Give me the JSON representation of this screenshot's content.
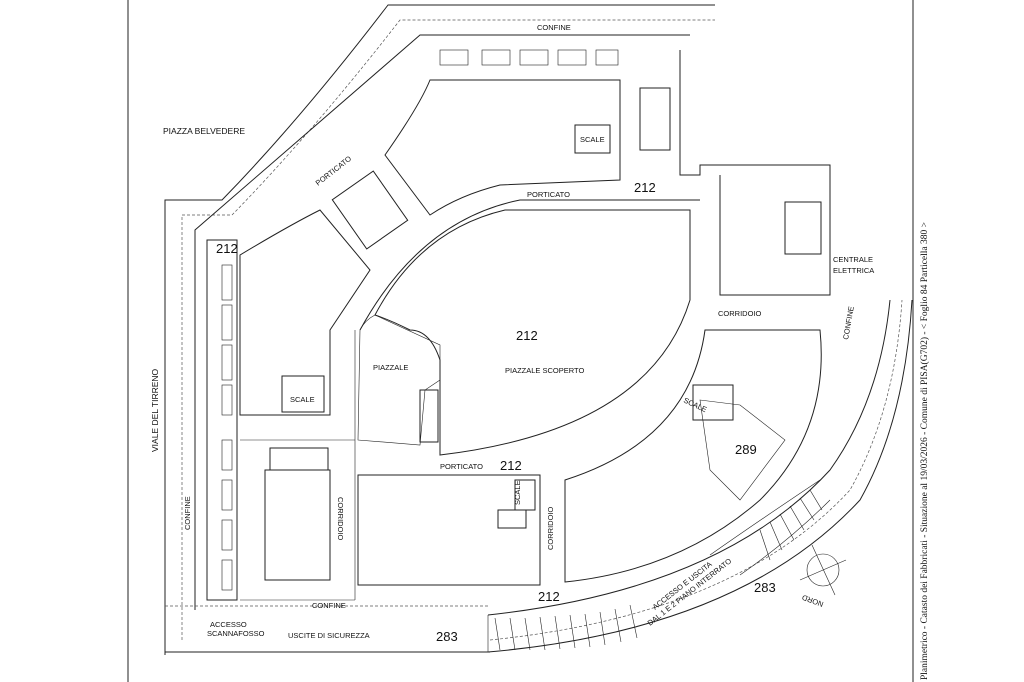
{
  "caption": "Planimetrico - Catasto dei Fabbricati - Situazione al 19/03/2026 - Comune di PISA(G702) - < Foglio 84 Particella 380 >",
  "labels": {
    "confine_top": "CONFINE",
    "confine_left": "CONFINE",
    "confine_bottom": "CONFINE",
    "piazza_belvedere": "PIAZZA BELVEDERE",
    "viale_tirreno": "VIALE DEL TIRRENO",
    "porticato_nw": "PORTICATO",
    "porticato_n": "PORTICATO",
    "porticato_s": "PORTICATO",
    "scale_n": "SCALE",
    "scale_w": "SCALE",
    "scale_c": "SCALE",
    "scale_e": "SCALE",
    "piazzale": "PIAZZALE",
    "piazzale_scoperto": "PIAZZALE SCOPERTO",
    "corridoio_e": "CORRIDOIO",
    "corridoio_w": "CORRIDOIO",
    "corridoio_c": "CORRIDOIO",
    "centrale_1": "CENTRALE",
    "centrale_2": "ELETTRICA",
    "confine_e": "CONFINE",
    "accesso_1": "ACCESSO E USCITA",
    "accesso_2": "DAL 1 E 2 PIANO INTERRATO",
    "accesso_scann_1": "ACCESSO",
    "accesso_scann_2": "SCANNAFOSSO",
    "uscite": "USCITE DI SICUREZZA",
    "nord": "NORD"
  },
  "parcels": {
    "n212_top": "212",
    "n212_left": "212",
    "n212_center": "212",
    "n212_portico": "212",
    "n212_bottom": "212",
    "n289": "289",
    "n283_right": "283",
    "n283_bottom": "283"
  }
}
